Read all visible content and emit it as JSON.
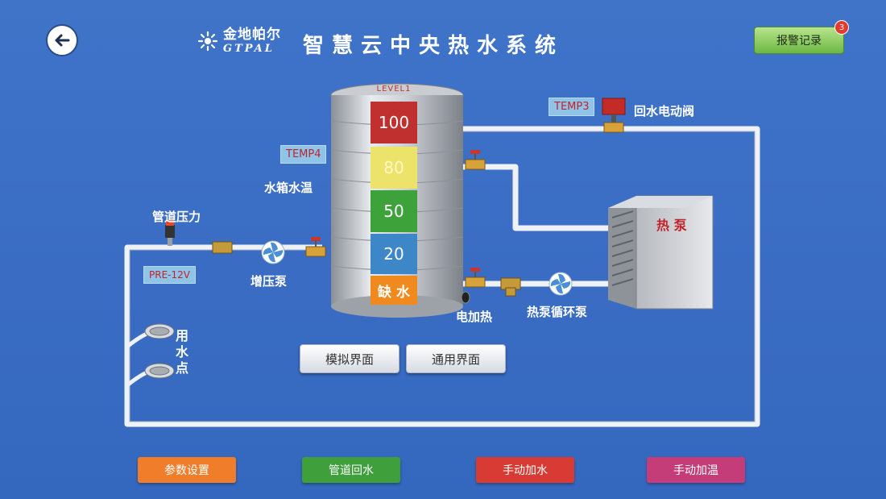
{
  "header": {
    "back_icon": "arrow-left-icon",
    "logo_cn": "金地帕尔",
    "logo_en": "GTPAL",
    "title": "智慧云中央热水系统",
    "alarm_label": "报警记录",
    "alarm_count": "3"
  },
  "tank": {
    "level_label": "LEVEL1",
    "levels": [
      {
        "label": "100",
        "color": "#c0302f"
      },
      {
        "label": "80",
        "color": "#ece46a"
      },
      {
        "label": "50",
        "color": "#3ea23a"
      },
      {
        "label": "20",
        "color": "#3d86c8"
      },
      {
        "label": "缺 水",
        "color": "#f08a1f"
      }
    ]
  },
  "labels": {
    "temp4": "TEMP4",
    "tank_temp": "水箱水温",
    "pipe_pressure": "管道压力",
    "pressure_value": "PRE-12V",
    "booster_pump": "增压泵",
    "use_point": "用水点",
    "electric_heat": "电加热",
    "heat_pump_circ": "热泵循环泵",
    "temp3": "TEMP3",
    "return_valve": "回水电动阀",
    "heat_pump": "热 泵"
  },
  "view_buttons": {
    "simulation": "模拟界面",
    "general": "通用界面"
  },
  "bottom_buttons": [
    {
      "label": "参数设置",
      "color": "#ef7d2a"
    },
    {
      "label": "管道回水",
      "color": "#3f9f3b"
    },
    {
      "label": "手动加水",
      "color": "#d83a34"
    },
    {
      "label": "手动加温",
      "color": "#c43d78"
    }
  ],
  "colors": {
    "background": "#3a6cc4",
    "pipe": "#eef2f6"
  }
}
